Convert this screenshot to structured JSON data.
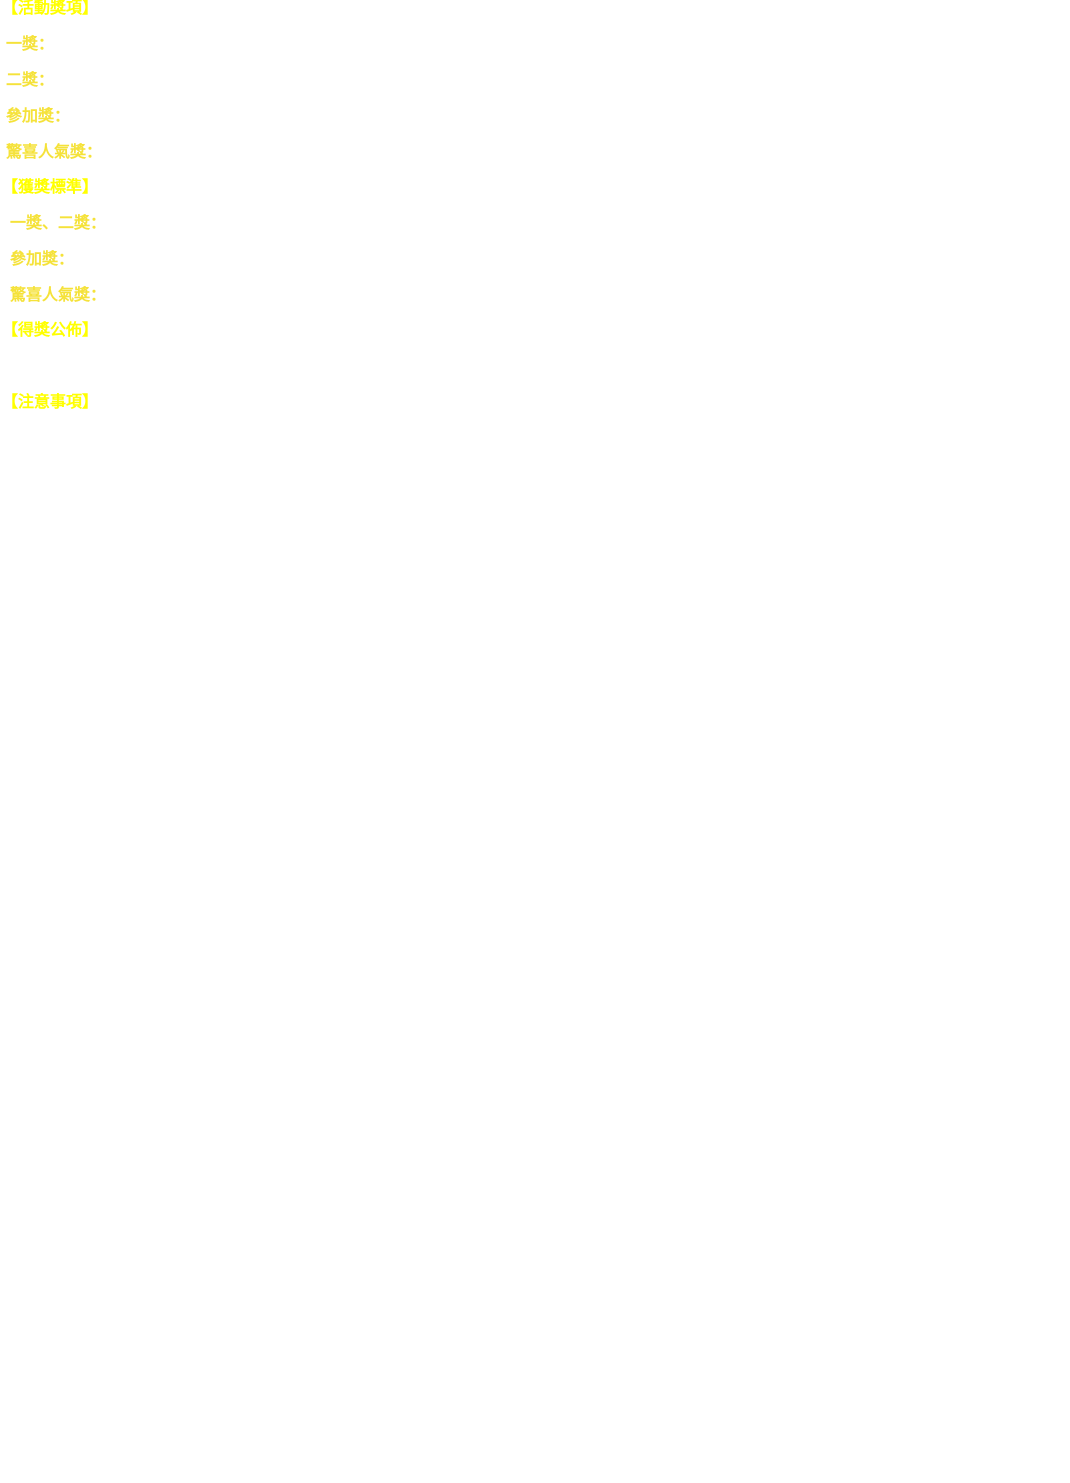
{
  "sections": {
    "awards": {
      "heading": "【活動獎項】",
      "items": [
        "一獎：",
        "二獎：",
        "參加獎：",
        "驚喜人氣獎："
      ]
    },
    "criteria": {
      "heading": "【獲獎標準】",
      "items": [
        "一獎、二獎：",
        "參加獎：",
        "驚喜人氣獎："
      ]
    },
    "announcement": {
      "heading": "【得獎公佈】"
    },
    "notes": {
      "heading": "【注意事項】"
    }
  },
  "colors": {
    "heading": "#ffff00",
    "item": "#f5e23a",
    "background": "#ffffff"
  }
}
